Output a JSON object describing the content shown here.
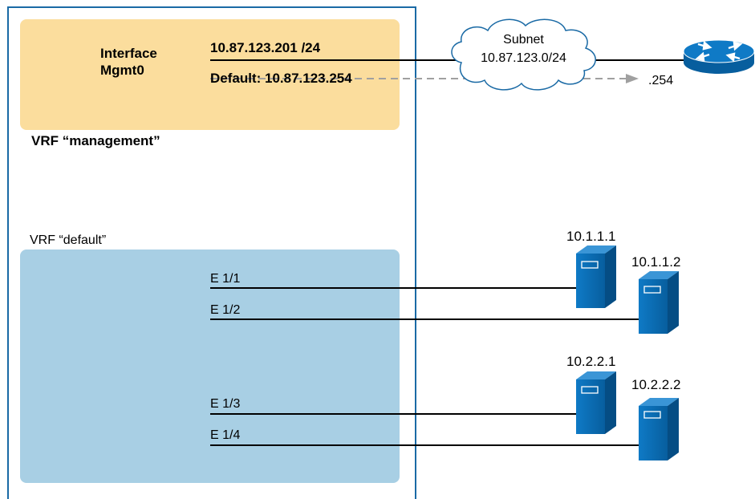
{
  "management_vrf": {
    "label": "VRF “management”",
    "interface_line1": "Interface",
    "interface_line2": "Mgmt0",
    "address": "10.87.123.201 /24",
    "default_gateway": "Default: 10.87.123.254"
  },
  "cloud": {
    "line1": "Subnet",
    "line2": "10.87.123.0/24"
  },
  "router": {
    "address_suffix": ".254",
    "icon": "router-icon"
  },
  "default_vrf": {
    "label": "VRF “default”",
    "interfaces": [
      "E 1/1",
      "E 1/2",
      "E 1/3",
      "E 1/4"
    ]
  },
  "servers": [
    {
      "ip": "10.1.1.1",
      "icon": "server-icon"
    },
    {
      "ip": "10.1.1.2",
      "icon": "server-icon"
    },
    {
      "ip": "10.2.2.1",
      "icon": "server-icon"
    },
    {
      "ip": "10.2.2.2",
      "icon": "server-icon"
    }
  ],
  "colors": {
    "management_panel": "#fbdd9d",
    "default_panel": "#a8cfe4",
    "switch_border": "#1a6aa5",
    "device_blue": "#0a6db5",
    "dashed_arrow": "#a0a0a0"
  }
}
